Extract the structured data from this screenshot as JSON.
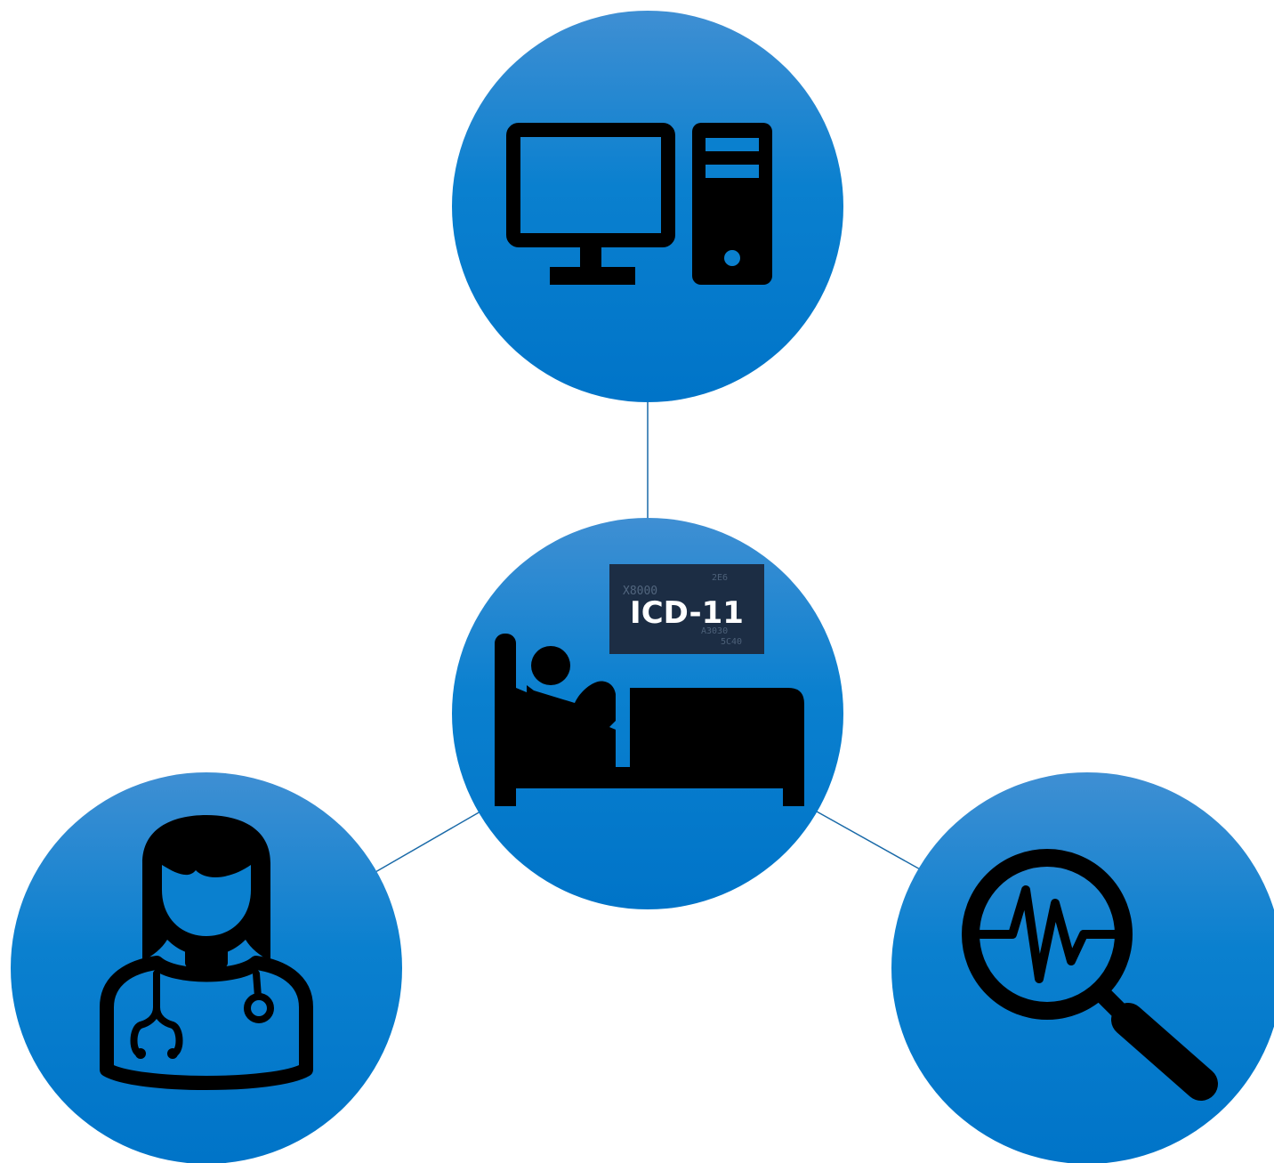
{
  "diagram": {
    "theme": {
      "circle_top": "#3f8fd3",
      "circle_mid": "#0a80cf",
      "circle_bottom": "#0074c8",
      "icon": "#000000",
      "connector": "#1a6aa8",
      "badge_bg": "#1c2d44",
      "badge_text": "#ffffff"
    },
    "nodes": [
      {
        "id": "computer",
        "icon": "desktop-computer-icon"
      },
      {
        "id": "patient",
        "icon": "hospital-bed-patient-icon"
      },
      {
        "id": "doctor",
        "icon": "female-doctor-stethoscope-icon"
      },
      {
        "id": "analysis",
        "icon": "magnifier-heartbeat-icon"
      }
    ],
    "badge": {
      "label": "ICD-11",
      "background_codes": [
        "X8000",
        "2E6",
        "A3030",
        "5C40"
      ]
    }
  }
}
